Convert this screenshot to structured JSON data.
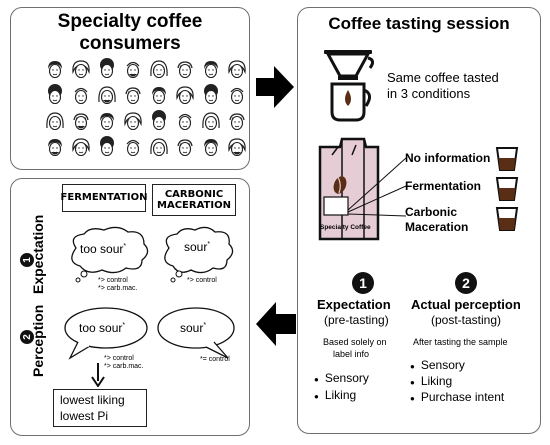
{
  "consumers_panel": {
    "title_line1": "Specialty coffee",
    "title_line2": "consumers"
  },
  "session_panel": {
    "title": "Coffee tasting session",
    "desc_line1": "Same coffee tasted",
    "desc_line2": "in 3 conditions",
    "bag_label": "Specialty Coffee",
    "conditions": [
      "No information",
      "Fermentation",
      "Carbonic",
      "Maceration"
    ],
    "step1": {
      "number": "1",
      "title": "Expectation",
      "subtitle": "(pre-tasting)",
      "note_line1": "Based solely on",
      "note_line2": "label info",
      "bullets": [
        "Sensory",
        "Liking"
      ]
    },
    "step2": {
      "number": "2",
      "title": "Actual perception",
      "subtitle": "(post-tasting)",
      "note": "After tasting the sample",
      "bullets": [
        "Sensory",
        "Liking",
        "Purchase intent"
      ]
    },
    "bullet_char": "●"
  },
  "results_panel": {
    "col_fermentation": "FERMENTATION",
    "col_carbonic_line1": "CARBONIC",
    "col_carbonic_line2": "MACERATION",
    "row_expectation": {
      "number": "1",
      "label": "Expectation"
    },
    "row_perception": {
      "number": "2",
      "label": "Perception"
    },
    "bubble_exp_ferm": {
      "text": "too sour",
      "mark": "*"
    },
    "bubble_exp_carb": {
      "text": "sour",
      "mark": "*"
    },
    "bubble_per_ferm": {
      "text": "too sour",
      "mark": "*"
    },
    "bubble_per_carb": {
      "text": "sour",
      "mark": "*"
    },
    "note_exp_ferm": [
      "*> control",
      "*> carb.mac."
    ],
    "note_exp_carb": [
      "*> control"
    ],
    "note_per_ferm": [
      "*> control",
      "*> carb.mac."
    ],
    "note_per_carb": [
      "*= control"
    ],
    "outcome_line1": "lowest liking",
    "outcome_line2": "lowest Pi"
  },
  "colors": {
    "bag": "#e6ccd5",
    "coffee": "#5a2e14",
    "panel_border": "#6f6f6f"
  }
}
